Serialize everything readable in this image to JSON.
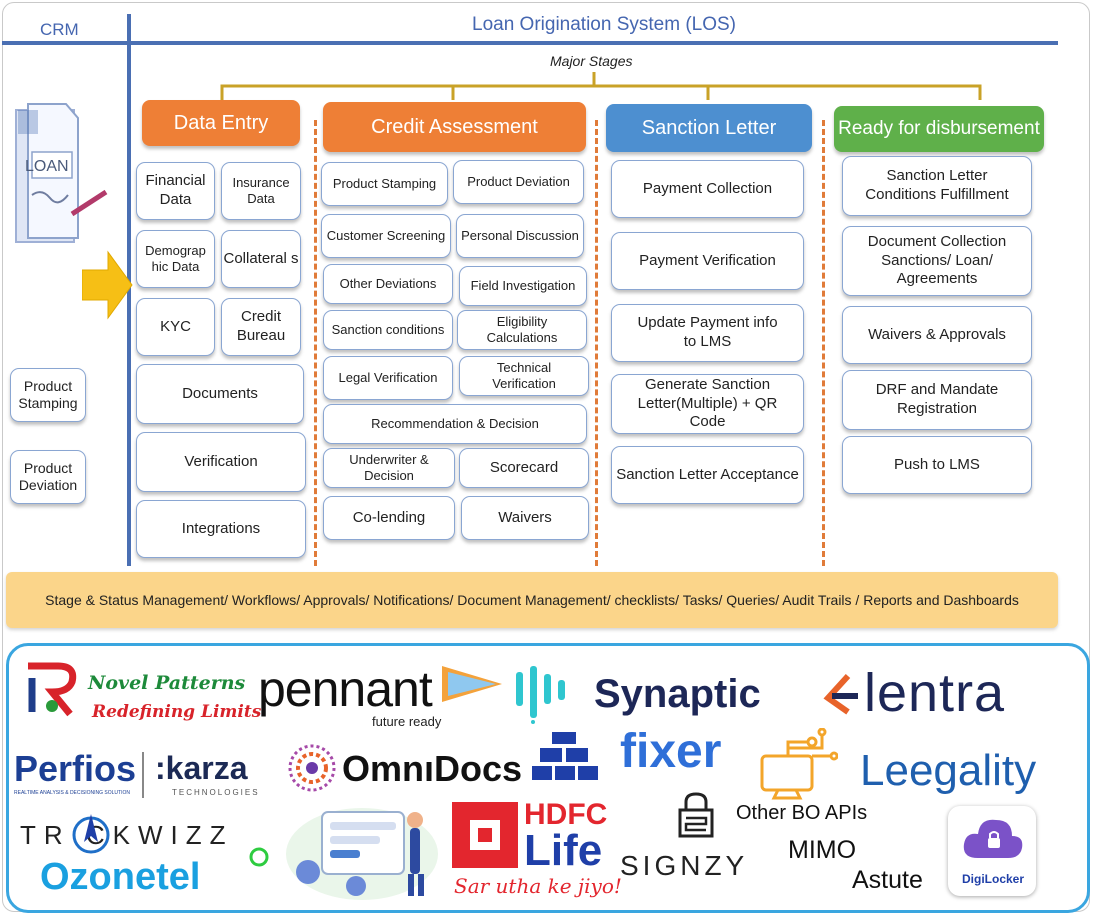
{
  "header": {
    "crm_label": "CRM",
    "title": "Loan Origination System (LOS)",
    "major_stages": "Major Stages"
  },
  "left": {
    "product_stamping": "Product Stamping",
    "product_deviation": "Product Deviation"
  },
  "stages": {
    "data_entry": {
      "title": "Data Entry",
      "color": "#ee7f36",
      "items": [
        "Financial Data",
        "Insurance Data",
        "Demograp hic Data",
        "Collateral s",
        "KYC",
        "Credit Bureau",
        "Documents",
        "Verification",
        "Integrations"
      ]
    },
    "credit_assessment": {
      "title": "Credit Assessment",
      "color": "#ee7f36",
      "items": [
        "Product Stamping",
        "Product Deviation",
        "Customer Screening",
        "Personal Discussion",
        "Other Deviations",
        "Field Investigation",
        "Sanction conditions",
        "Eligibility Calculations",
        "Legal Verification",
        "Technical Verification",
        "Recommendation & Decision",
        "Underwriter & Decision",
        "Scorecard",
        "Co-lending",
        "Waivers"
      ]
    },
    "sanction_letter": {
      "title": "Sanction Letter",
      "color": "#4d8fd0",
      "items": [
        "Payment Collection",
        "Payment Verification",
        "Update Payment info to LMS",
        "Generate Sanction Letter(Multiple) + QR Code",
        "Sanction Letter Acceptance"
      ]
    },
    "disbursement": {
      "title": "Ready for disbursement",
      "color": "#5fb04a",
      "items": [
        "Sanction Letter Conditions Fulfillment",
        "Document Collection Sanctions/ Loan/ Agreements",
        "Waivers & Approvals",
        "DRF and Mandate Registration",
        "Push to LMS"
      ]
    }
  },
  "bottom_bar": "Stage & Status Management/ Workflows/ Approvals/ Notifications/ Document Management/ checklists/ Tasks/ Queries/ Audit Trails / Reports and Dashboards",
  "loan_label": "LOAN",
  "logos": {
    "novel1": "Novel Patterns",
    "novel2": "Redefining Limits",
    "pennant": "pennant",
    "pennant_tag": "future ready",
    "synaptic": "Synaptic",
    "lentra": "lentra",
    "perfios": "Perfios",
    "perfios_tag": "REALTIME ANALYSIS & DECISIONING SOLUTION",
    "karza": ":karza",
    "karza_tag": "TECHNOLOGIES",
    "omnidocs": "OmnıDocs",
    "fixer": "fixer",
    "leegality": "Leegality",
    "trackwizz": "TR CKWIZZ",
    "ozonetel": "Ozonetel",
    "hdfc1": "HDFC",
    "hdfc2": "Life",
    "hdfc_tag": "Sar utha ke jiyo!",
    "other_bo": "Other BO APIs",
    "signzy": "SIGNZY",
    "mimo": "MIMO",
    "astute": "Astute",
    "digilocker": "DigiLocker"
  },
  "colors": {
    "rule": "#4a6fb3",
    "orange": "#ee7f36",
    "blue": "#4d8fd0",
    "green": "#5fb04a",
    "bar": "#fbd58a",
    "logo_frame": "#3aa6e0"
  }
}
